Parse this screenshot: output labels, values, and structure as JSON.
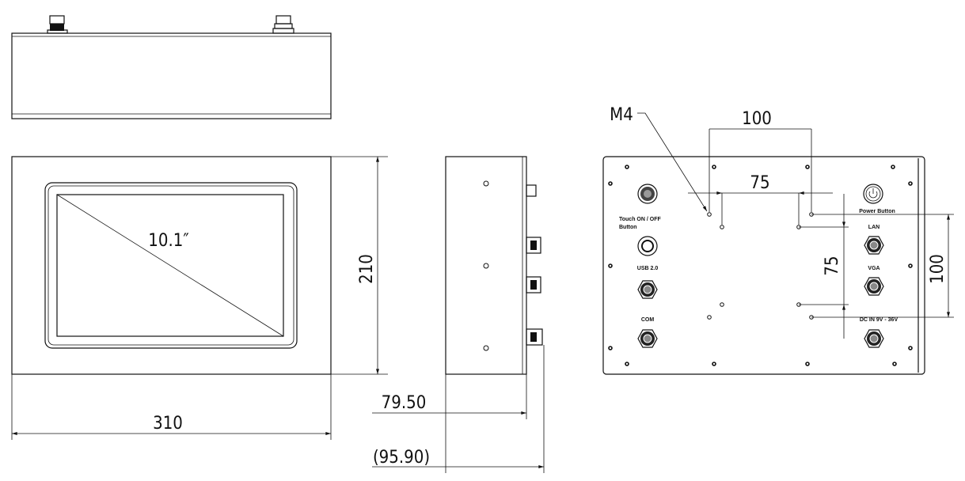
{
  "front": {
    "diagonal": "10.1″",
    "width": "310",
    "height": "210"
  },
  "side": {
    "depth": "79.50",
    "depth_total": "(95.90)"
  },
  "back": {
    "screw_label": "M4",
    "vesa_outer_h": "100",
    "vesa_inner_h": "75",
    "vesa_inner_v": "75",
    "vesa_outer_v": "100",
    "labels": {
      "touch": [
        "Touch ON / OFF",
        "Button"
      ],
      "usb": "USB 2.0",
      "com": "COM",
      "power": "Power Button",
      "lan": "LAN",
      "vga": "VGA",
      "dc": "DC IN  9V - 36V"
    }
  }
}
